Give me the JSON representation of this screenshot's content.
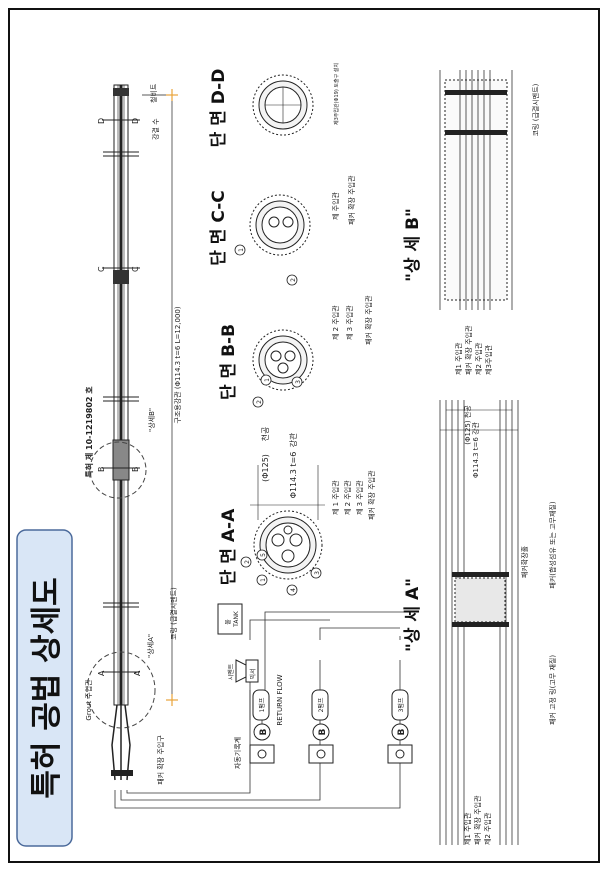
{
  "title": "특허 공법 상세도",
  "patent_number": "특허 제 10-1219802 호",
  "colors": {
    "title_bg": "#d9e6f6",
    "title_border": "#4b6a9b",
    "accent": "#e8a33a"
  },
  "main_pipe": {
    "grout_inlet": "Grout 주입관",
    "packer_inlet": "패커 확장 주입구",
    "label_coring": "코링 (급결시멘트)",
    "detail_a_ref": "\"상세A\"",
    "detail_b_ref": "\"상세B\"",
    "structure_pipe": "구조용강관 (Φ114.3 t=6 L=12,000)",
    "cover": "철비트",
    "water": "강결 수",
    "sec_a": "A",
    "sec_b": "B",
    "sec_c": "C",
    "sec_d": "D"
  },
  "equipment": {
    "tank_label": "물",
    "tank": "TANK",
    "cement": "시멘트",
    "mixer": "믹서",
    "pump1": "1펌프",
    "pump2": "2펌프",
    "pump3": "3펌프",
    "return_flow": "RETURN FLOW",
    "recorder": "자동기록계",
    "valve_b": "B"
  },
  "sections": {
    "aa": {
      "title": "단 면 A-A",
      "dim_outer": "(Φ125)",
      "dim_outer_note": "천공",
      "dim_inner": "Φ114.3 t=6",
      "dim_inner_note": "강관",
      "legend": [
        "제 1 주입관",
        "제 2 주입관",
        "제 3 주입관",
        "패커 확장 주입관"
      ],
      "nums": [
        "1",
        "2",
        "3",
        "4",
        "5"
      ]
    },
    "bb": {
      "title": "단 면 B-B",
      "legend": [
        "제 2 주입관",
        "제 3 주입관",
        "패커 확장 주입관"
      ],
      "nums": [
        "1",
        "2",
        "3"
      ]
    },
    "cc": {
      "title": "단 면 C-C",
      "legend": [
        "제 주입관",
        "패커 확장 주입관"
      ],
      "nums": [
        "1",
        "2"
      ]
    },
    "dd": {
      "title": "단 면 D-D",
      "note": "제3주입관(Φ19) 토출구 설치"
    }
  },
  "detail_a": {
    "title": "\"상 세 A\"",
    "legend": [
      "제1 주입관",
      "패커 확장 주입관",
      "제2 주입관"
    ],
    "packer_hole": "패커확장홀",
    "packer_material": "패커(합성섬유 또는 고무재질)",
    "ring": "패커 고정 링(고무 재질)",
    "dim1": "(Φ125) 천공",
    "dim2": "Φ114.3 t=6 강관"
  },
  "detail_b": {
    "title": "\"상 세 B\"",
    "legend": [
      "제1 주입관",
      "패커 확장 주입관",
      "제2 주입관",
      "제3주입관"
    ],
    "coring": "코링 (급결시멘트)"
  }
}
